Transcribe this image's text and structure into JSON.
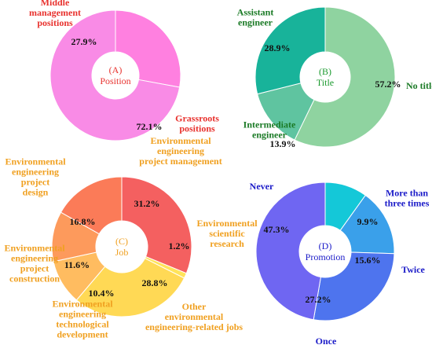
{
  "chart_data": [
    {
      "type": "pie",
      "title": "(A)\nPosition",
      "title_color": "#e8322e",
      "label_color": "#e8322e",
      "startAngle": 90,
      "slices": [
        {
          "label": "Middle\nmanagement\npositions",
          "value": 27.9,
          "pct": "27.9%",
          "color": "#ff80e0"
        },
        {
          "label": "Grassroots\npositions",
          "value": 72.1,
          "pct": "72.1%",
          "color": "#f98be6"
        }
      ]
    },
    {
      "type": "pie",
      "title": "(B)\nTitle",
      "title_color": "#1a9a2e",
      "label_color": "#1a7a25",
      "startAngle": 90,
      "slices": [
        {
          "label": "No title",
          "value": 57.2,
          "pct": "57.2%",
          "color": "#8fd3a0"
        },
        {
          "label": "Intermediate\nengineer",
          "value": 13.9,
          "pct": "13.9%",
          "color": "#5fc4a0"
        },
        {
          "label": "Assistant\nengineer",
          "value": 28.9,
          "pct": "28.9%",
          "color": "#18b39a"
        }
      ]
    },
    {
      "type": "pie",
      "title": "(C)\nJob",
      "title_color": "#f0a020",
      "label_color": "#f0a020",
      "startAngle": 90,
      "slices": [
        {
          "label": "Environmental\nengineering\nproject management",
          "value": 31.2,
          "pct": "31.2%",
          "color": "#f46060"
        },
        {
          "label": "Environmental\nscientific\nresearch",
          "value": 1.2,
          "pct": "1.2%",
          "color": "#ffe35a"
        },
        {
          "label": "Other\nenvironmental\nengineering-related jobs",
          "value": 28.8,
          "pct": "28.8%",
          "color": "#ffd955"
        },
        {
          "label": "Environmental\nengineering\ntechnological\ndevelopment",
          "value": 10.4,
          "pct": "10.4%",
          "color": "#ffbc60"
        },
        {
          "label": "Environmental\nengineering\nproject\nconstruction",
          "value": 11.6,
          "pct": "11.6%",
          "color": "#fd9a5c"
        },
        {
          "label": "Environmental\nengineering\nproject\ndesign",
          "value": 16.8,
          "pct": "16.8%",
          "color": "#fb7b58"
        }
      ]
    },
    {
      "type": "pie",
      "title": "(D)\nPromotion",
      "title_color": "#1a1ac8",
      "label_color": "#1a1ac8",
      "startAngle": 90,
      "slices": [
        {
          "label": "More than\nthree times",
          "value": 9.9,
          "pct": "9.9%",
          "color": "#14c8d8"
        },
        {
          "label": "Twice",
          "value": 15.6,
          "pct": "15.6%",
          "color": "#3aa0ea"
        },
        {
          "label": "Once",
          "value": 27.2,
          "pct": "27.2%",
          "color": "#4e74ee"
        },
        {
          "label": "Never",
          "value": 47.3,
          "pct": "47.3%",
          "color": "#6f66f2"
        }
      ]
    }
  ]
}
